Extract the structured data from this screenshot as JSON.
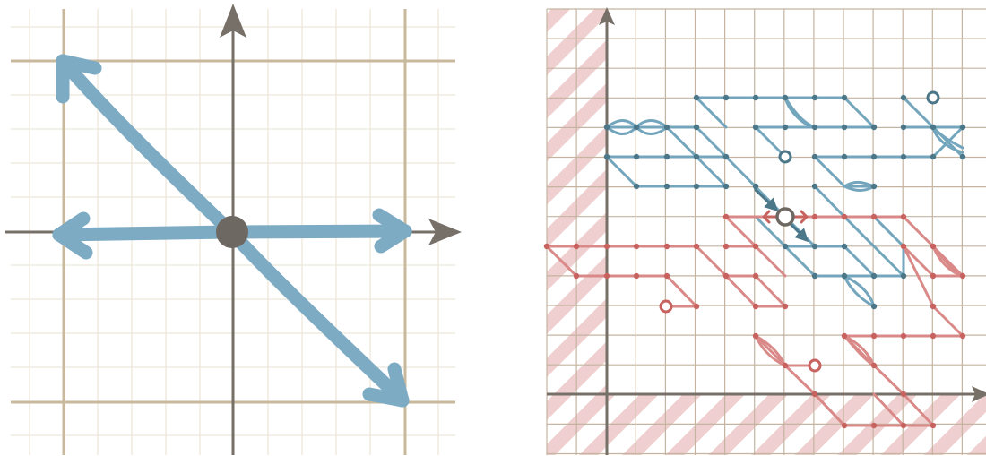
{
  "colors": {
    "background": "#ffffff",
    "grid_minor": "#ece6d9",
    "grid_major": "#c9b99c",
    "grid_right": "#c4b4a0",
    "axis": "#777068",
    "blue_arrow": "#7eabc4",
    "blue_walk": "#73a6bd",
    "blue_node": "#4c7788",
    "red_walk": "#d98a88",
    "red_node": "#c7625f",
    "hatch": "#efcfcf",
    "center_dot": "#6e6862"
  },
  "left_panel": {
    "icons": [
      "step-arrow-up-left",
      "step-arrow-left",
      "step-arrow-right",
      "step-arrow-down-right",
      "origin-dot"
    ]
  },
  "right_panel": {
    "icons": [
      "forbidden-region-left",
      "forbidden-region-bottom",
      "blue-walks",
      "red-walks",
      "current-position-marker"
    ]
  }
}
